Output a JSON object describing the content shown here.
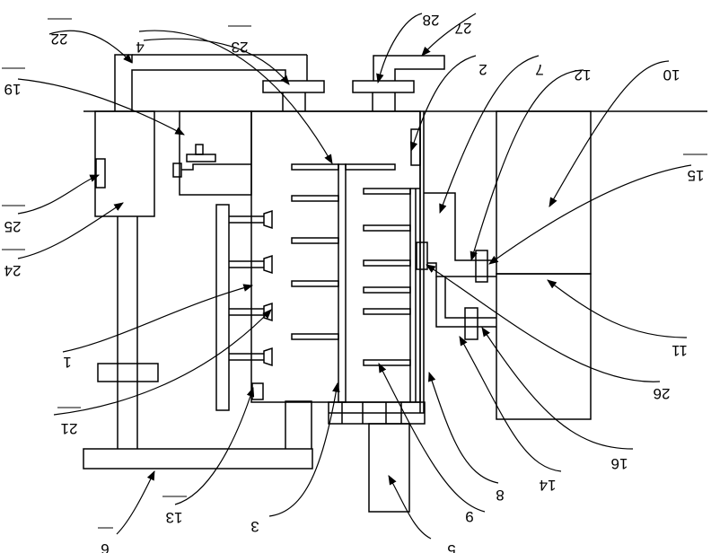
{
  "figure": {
    "mirrored": true,
    "line_color": "#000000",
    "background": "#ffffff"
  },
  "labels": {
    "l1": "1",
    "l2": "2",
    "l3": "3",
    "l4": "4",
    "l5": "5",
    "l6": "6",
    "l7": "7",
    "l8": "8",
    "l9": "9",
    "l10": "10",
    "l11": "11",
    "l12": "12",
    "l13": "13",
    "l14": "14",
    "l15": "15",
    "l16": "16",
    "l19": "19",
    "l21": "21",
    "l22": "22",
    "l23": "23",
    "l24": "24",
    "l25": "25",
    "l26": "26",
    "l27": "27",
    "l28": "28"
  }
}
